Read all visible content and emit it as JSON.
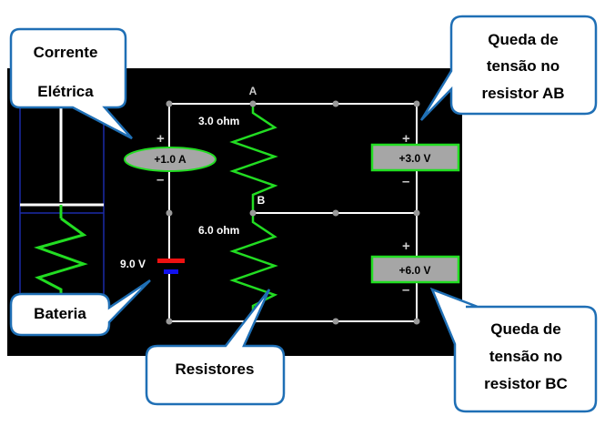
{
  "callouts": {
    "current_line1": "Corrente",
    "current_line2": "Elétrica",
    "drop_ab_line1": "Queda de",
    "drop_ab_line2": "tensão no",
    "drop_ab_line3": "resistor  AB",
    "battery": "Bateria",
    "resistors": "Resistores",
    "drop_bc_line1": "Queda de",
    "drop_bc_line2": "tensão no",
    "drop_bc_line3": "resistor  BC"
  },
  "circuit": {
    "node_a": "A",
    "node_b": "B",
    "resistor_ab_label": "3.0 ohm",
    "resistor_bc_label": "6.0 ohm",
    "battery_label": "9.0 V",
    "ammeter_reading": "+1.0 A",
    "voltmeter_ab_reading": "+3.0 V",
    "voltmeter_bc_reading": "+6.0 V",
    "plus_sign": "+",
    "minus_sign": "–"
  },
  "colors": {
    "background": "#000000",
    "wire": "#ffffff",
    "resistor": "#22dd22",
    "battery_positive": "#ee1111",
    "battery_negative": "#1111ee",
    "callout_border": "#1f6fb5",
    "meter_fill": "#a6a6a6"
  }
}
